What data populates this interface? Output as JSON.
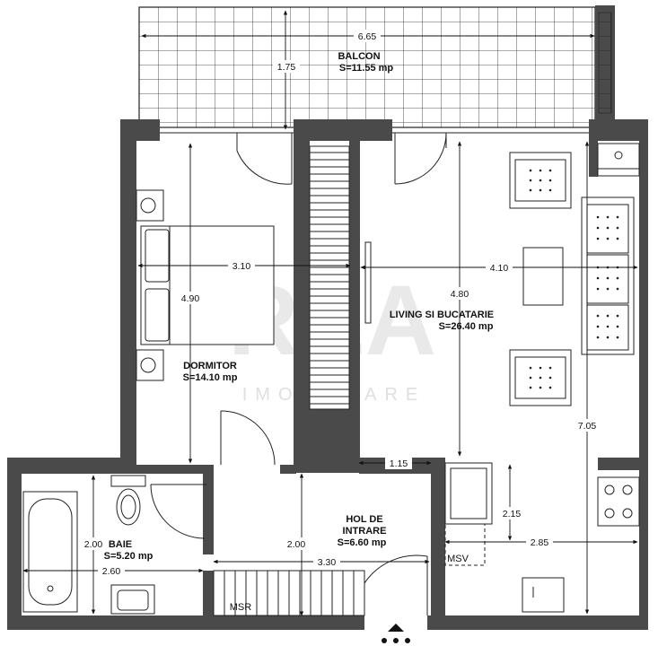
{
  "rooms": {
    "balcon": {
      "name": "BALCON",
      "area": "S=11.55 mp"
    },
    "dormitor": {
      "name": "DORMITOR",
      "area": "S=14.10 mp"
    },
    "living": {
      "name": "LIVING SI BUCATARIE",
      "area": "S=26.40 mp"
    },
    "hol": {
      "name_line1": "HOL DE",
      "name_line2": "INTRARE",
      "area": "S=6.60 mp"
    },
    "baie": {
      "name": "BAIE",
      "area": "S=5.20 mp"
    }
  },
  "dimensions": {
    "balcon_width": "6.65",
    "balcon_depth": "1.75",
    "dormitor_width": "3.10",
    "dormitor_depth": "4.90",
    "living_width": "4.10",
    "living_depth": "4.80",
    "living_total_depth": "7.05",
    "hol_passage": "1.15",
    "kitchen_depth": "2.15",
    "kitchen_width": "2.85",
    "baie_depth": "2.00",
    "baie_width": "2.60",
    "hol_depth": "2.00",
    "hol_width": "3.30"
  },
  "labels": {
    "msv": "MSV",
    "msr": "MSR"
  },
  "watermark": {
    "logo": "REA",
    "subtitle": "IMOBILIARE"
  },
  "colors": {
    "wall": "#4a4a4a",
    "line": "#111111",
    "watermark": "#d8d8d8"
  }
}
